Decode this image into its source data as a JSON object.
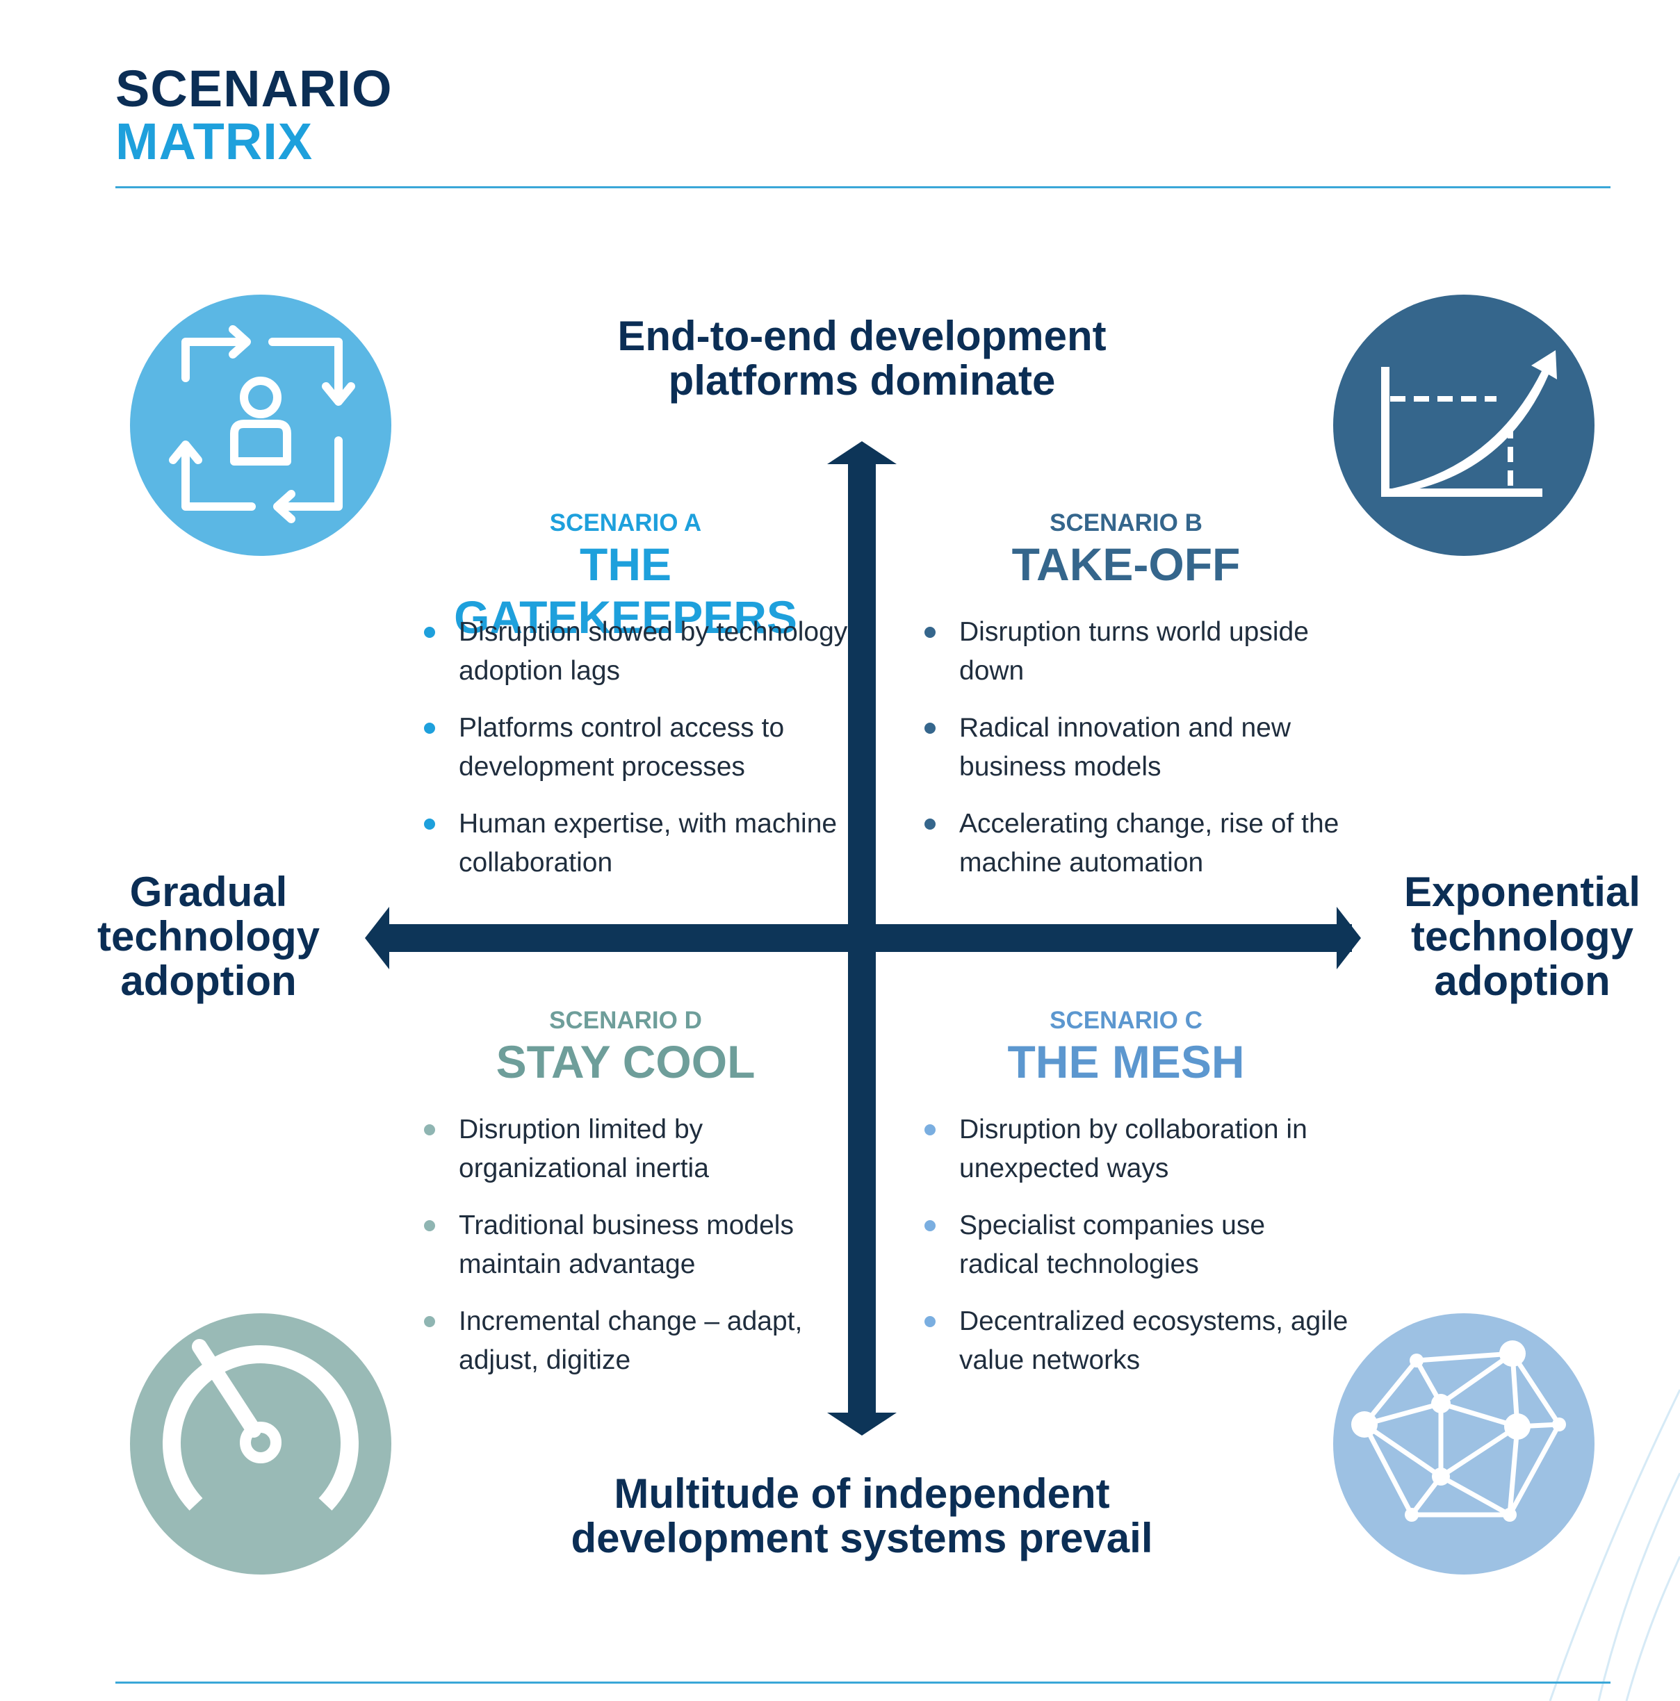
{
  "title": {
    "line1": "SCENARIO",
    "line2": "MATRIX"
  },
  "axes": {
    "top": "End-to-end development platforms dominate",
    "bottom": "Multitude of independent development systems prevail",
    "left": "Gradual technology adoption",
    "right": "Exponential technology adoption"
  },
  "scenarios": {
    "a": {
      "kicker": "SCENARIO A",
      "name": "THE GATEKEEPERS",
      "bullets": [
        "Disruption slowed by technology adoption lags",
        "Platforms control access to development processes",
        "Human expertise, with machine collaboration"
      ]
    },
    "b": {
      "kicker": "SCENARIO B",
      "name": "TAKE-OFF",
      "bullets": [
        "Disruption turns world upside down",
        "Radical innovation and new business models",
        "Accelerating change, rise of the machine automation"
      ]
    },
    "d": {
      "kicker": "SCENARIO D",
      "name": "STAY COOL",
      "bullets": [
        "Disruption limited by organizational inertia",
        "Traditional business models maintain advantage",
        "Incremental change – adapt, adjust, digitize"
      ]
    },
    "c": {
      "kicker": "SCENARIO C",
      "name": "THE MESH",
      "bullets": [
        "Disruption by collaboration in unexpected ways",
        "Specialist companies use radical technologies",
        "Decentralized ecosystems, agile value networks"
      ]
    }
  },
  "icons": {
    "a": "user-cycle-arrows-icon",
    "b": "growth-curve-chart-icon",
    "d": "speedometer-gauge-icon",
    "c": "network-mesh-icon"
  },
  "colors": {
    "navy": "#0b2e55",
    "axis": "#0d3558",
    "scenario_a": "#1ea0dc",
    "scenario_b": "#35668c",
    "scenario_c": "#5c97cf",
    "scenario_d": "#6e9e9a",
    "circle_a": "#5bb7e4",
    "circle_b": "#35668c",
    "circle_c": "#9dc1e3",
    "circle_d": "#99bab6",
    "rule": "#3aa7d8"
  }
}
